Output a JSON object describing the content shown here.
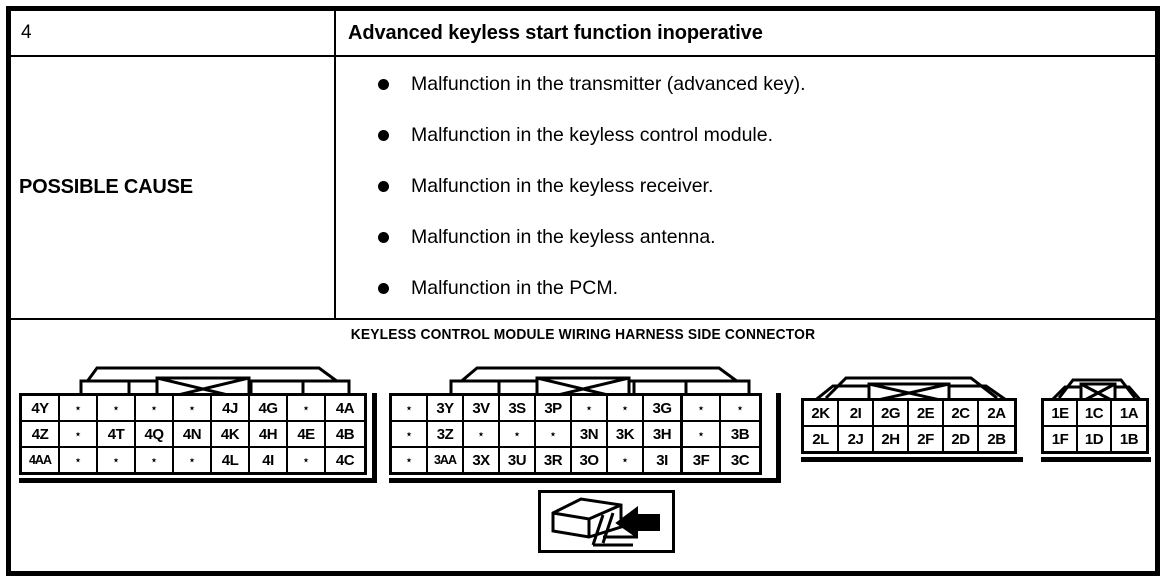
{
  "table": {
    "item_number": "4",
    "item_title": "Advanced keyless start function inoperative",
    "cause_label": "POSSIBLE CAUSE",
    "causes": [
      "Malfunction in the transmitter (advanced key).",
      "Malfunction in the keyless control module.",
      "Malfunction in the keyless receiver.",
      "Malfunction in the keyless antenna.",
      "Malfunction in the PCM."
    ]
  },
  "diagram": {
    "title": "KEYLESS CONTROL MODULE WIRING HARNESS SIDE CONNECTOR",
    "connectors": [
      {
        "name": "connector-4",
        "groups": [
          {
            "rows": [
              [
                "4Y",
                "*",
                "*",
                "*",
                "*",
                "4J",
                "4G",
                "*",
                "4A"
              ],
              [
                "4Z",
                "*",
                "4T",
                "4Q",
                "4N",
                "4K",
                "4H",
                "4E",
                "4B"
              ],
              [
                "4AA",
                "*",
                "*",
                "*",
                "*",
                "4L",
                "4I",
                "*",
                "4C"
              ]
            ]
          }
        ]
      },
      {
        "name": "connector-3",
        "groups": [
          {
            "rows": [
              [
                "*",
                "3Y",
                "3V",
                "3S",
                "3P",
                "*",
                "*",
                "3G"
              ],
              [
                "*",
                "3Z",
                "*",
                "*",
                "*",
                "3N",
                "3K",
                "3H"
              ],
              [
                "*",
                "3AA",
                "3X",
                "3U",
                "3R",
                "3O",
                "*",
                "3I"
              ]
            ]
          },
          {
            "rows": [
              [
                "*",
                "*"
              ],
              [
                "*",
                "3B"
              ],
              [
                "3F",
                "3C"
              ]
            ]
          }
        ]
      },
      {
        "name": "connector-2",
        "groups": [
          {
            "rows": [
              [
                "2K",
                "2I",
                "2G",
                "2E",
                "2C",
                "2A"
              ],
              [
                "2L",
                "2J",
                "2H",
                "2F",
                "2D",
                "2B"
              ]
            ]
          }
        ]
      },
      {
        "name": "connector-1",
        "groups": [
          {
            "rows": [
              [
                "1E",
                "1C",
                "1A"
              ],
              [
                "1F",
                "1D",
                "1B"
              ]
            ]
          }
        ]
      }
    ]
  },
  "colors": {
    "ink": "#000000",
    "paper": "#ffffff"
  }
}
